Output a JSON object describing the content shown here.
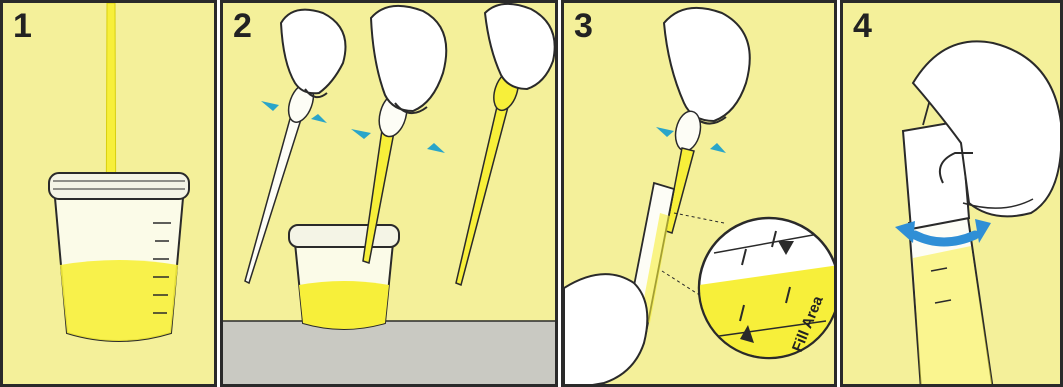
{
  "panels": [
    {
      "number": "1"
    },
    {
      "number": "2"
    },
    {
      "number": "3",
      "callout_label": "Fill Area"
    },
    {
      "number": "4"
    }
  ],
  "colors": {
    "background": "#f4f09a",
    "urine": "#f7ef3a",
    "outline": "#2a2a2a",
    "counter": "#c9c9c2",
    "squeeze_arrow": "#2aa5c9",
    "twist_arrow": "#2f8fd6"
  },
  "icons": [
    "specimen-cup-icon",
    "transfer-pipette-icon",
    "hand-icon",
    "squeeze-arrow-icon",
    "test-tube-icon",
    "magnifier-callout-icon",
    "twist-arrow-icon"
  ]
}
